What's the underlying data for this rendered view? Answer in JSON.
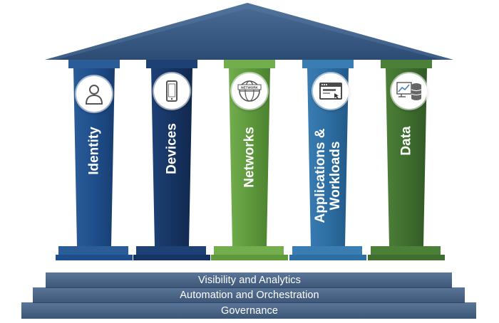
{
  "pillars": [
    {
      "id": "identity",
      "label": "Identity",
      "icon": "person-icon",
      "color": "#1f4e8c"
    },
    {
      "id": "devices",
      "label": "Devices",
      "icon": "smartphone-icon",
      "color": "#163463"
    },
    {
      "id": "networks",
      "label": "Networks",
      "icon": "network-globe-icon",
      "color": "#5e9a3c"
    },
    {
      "id": "applications",
      "label_line1": "Applications &",
      "label_line2": "Workloads",
      "icon": "browser-window-icon",
      "color": "#2d6ea3"
    },
    {
      "id": "data",
      "label": "Data",
      "icon": "database-chart-icon",
      "color": "#3f6e2f"
    }
  ],
  "network_icon_text": "NETWORK",
  "foundation": {
    "step1": "Visibility and Analytics",
    "step2": "Automation and Orchestration",
    "step3": "Governance"
  },
  "colors": {
    "roof": "#3b5e86",
    "steps": "#4a6486"
  }
}
